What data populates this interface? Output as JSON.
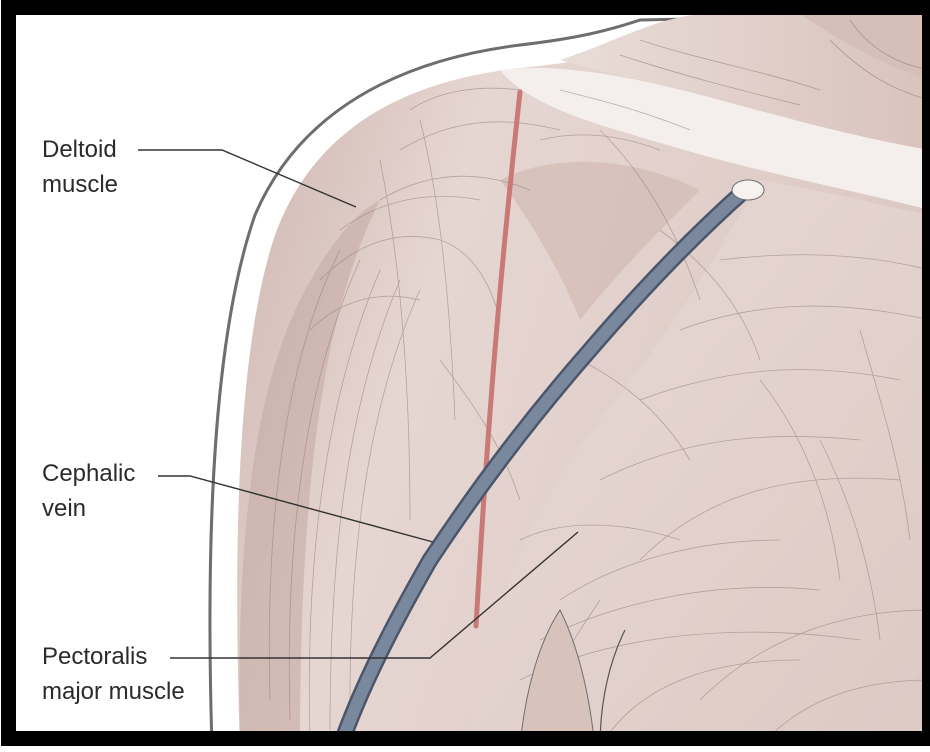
{
  "labels": {
    "deltoid": {
      "line1": "Deltoid",
      "line2": "muscle"
    },
    "cephalic": {
      "line1": "Cephalic",
      "line2": "vein"
    },
    "pectoralis": {
      "line1": "Pectoralis",
      "line2": "major muscle"
    }
  },
  "colors": {
    "frame": "#000000",
    "skin_outline": "#6e6e6e",
    "muscle_base": "#e2cec9",
    "muscle_shadow": "#c4a8a2",
    "fiber": "#8d7a76",
    "cephalic_vein": "#6f7d93",
    "cephalic_vein_edge": "#4c566b",
    "incision_line": "#c97a77",
    "clavicle": "#f4eeec",
    "leader_line": "#333333"
  }
}
